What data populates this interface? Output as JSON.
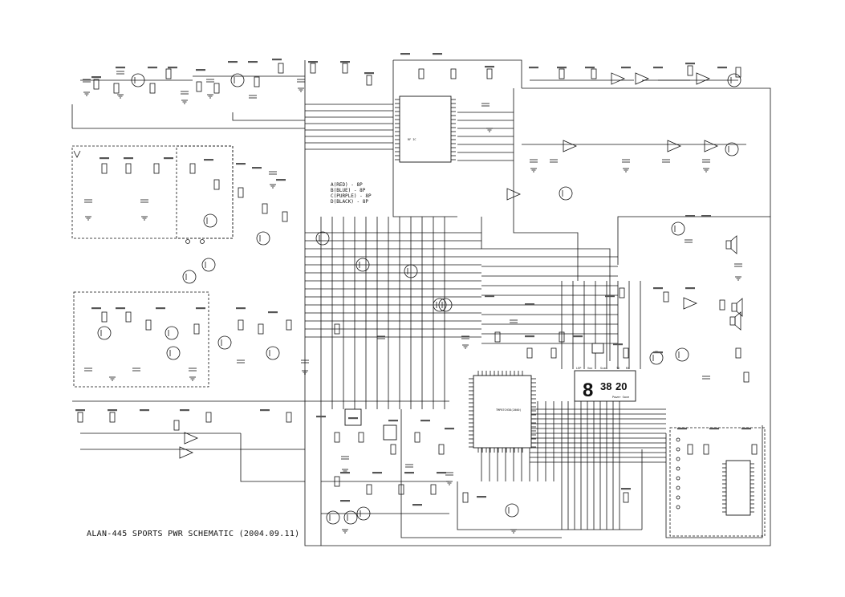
{
  "title": "ALAN-445 SPORTS PWR SCHEMATIC (2004.09.11)",
  "speaker_notes": [
    "A(RED) - 8P",
    "B(BLUE) - 8P",
    "C(PURPLE) - 8P",
    "D(BLACK) - 8P"
  ],
  "lcd": {
    "digit": "8",
    "readout_left": "38",
    "readout_right": "20",
    "top_labels": [
      "LEP",
      "Vox",
      "Scan",
      "TX",
      "RX"
    ],
    "bottom_label": "Power Save"
  },
  "ic_labels": {
    "main_mcu": "TMP87CH38(2000)",
    "rf_ic": "RF IC"
  },
  "colors": {
    "ink": "#111111",
    "background": "#ffffff"
  }
}
